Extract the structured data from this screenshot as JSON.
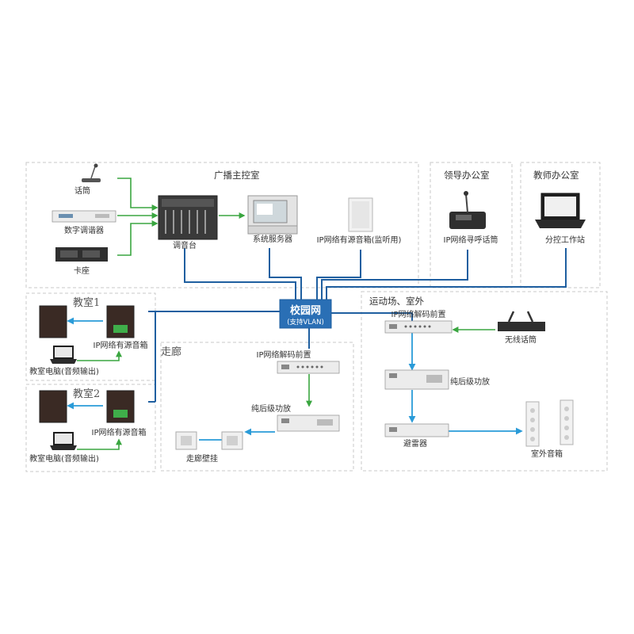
{
  "zones": {
    "control_room": "广播主控室",
    "leader_office": "领导办公室",
    "teacher_office": "教师办公室",
    "classroom1": "教室1",
    "classroom2": "教室2",
    "corridor": "走廊",
    "playground": "运动场、室外"
  },
  "hub": {
    "title": "校园网",
    "subtitle": "(支持VLAN)"
  },
  "devices": {
    "mic": "话筒",
    "tuner": "数字调谐器",
    "deck": "卡座",
    "mixer": "调音台",
    "server": "系统服务器",
    "monitor_speaker": "IP网络有源音箱(监听用)",
    "paging_mic": "IP网络寻呼话筒",
    "workstation": "分控工作站",
    "class1_speaker": "IP网络有源音箱",
    "class1_pc": "教室电脑(音频输出)",
    "class2_speaker": "IP网络有源音箱",
    "class2_pc": "教室电脑(音频输出)",
    "corridor_decoder": "IP网络解码前置",
    "corridor_amp": "纯后级功放",
    "corridor_wall": "走廊壁挂",
    "outdoor_decoder": "IP网络解码前置",
    "wireless_mic": "无线话筒",
    "outdoor_amp": "纯后级功放",
    "surge": "避雷器",
    "outdoor_speaker": "室外音箱"
  },
  "colors": {
    "network_line": "#1f5fa0",
    "audio_line": "#3aa640",
    "speaker_line": "#2a9bd8",
    "hub_fill": "#2a6fb5"
  }
}
